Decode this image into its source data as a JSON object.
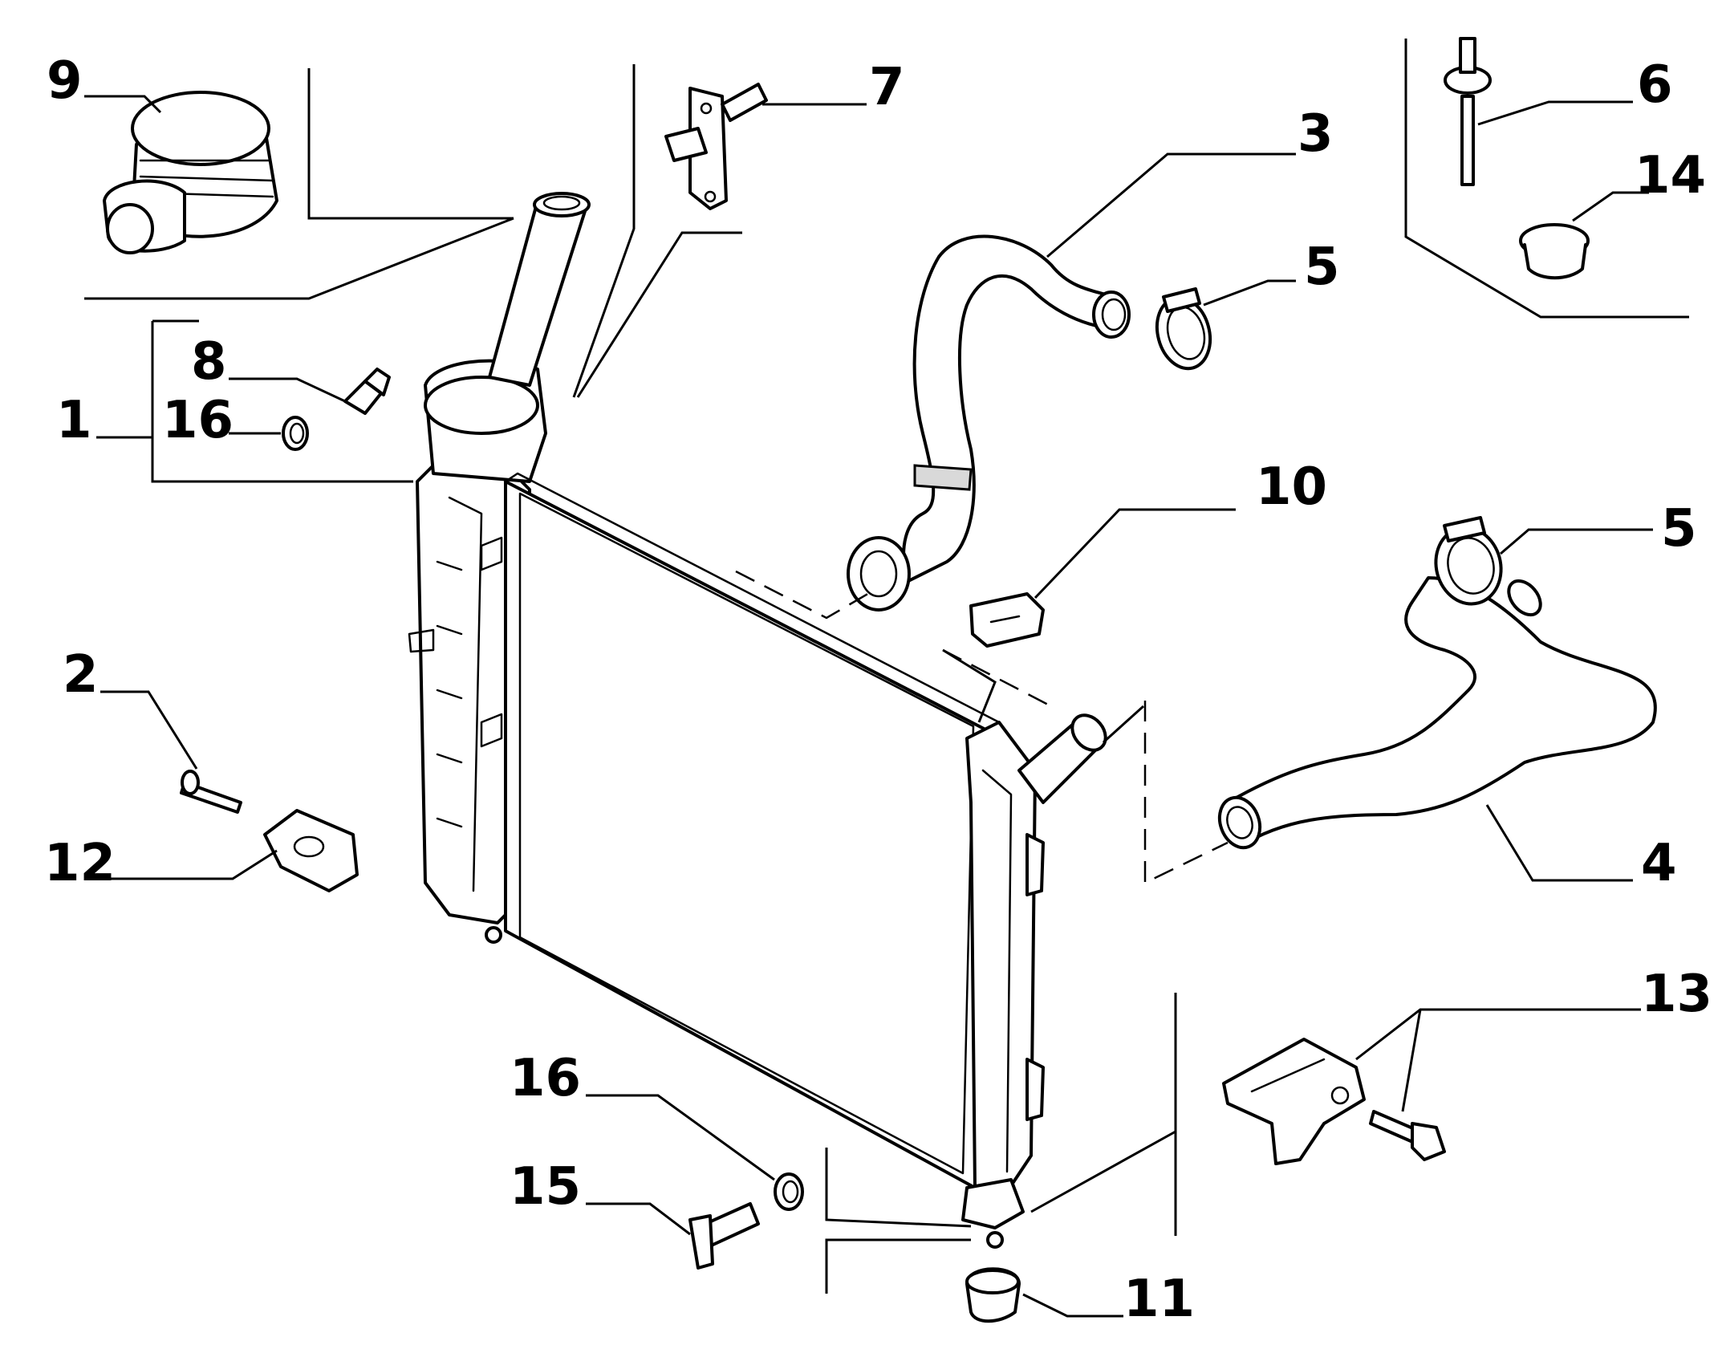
{
  "diagram": {
    "parts": [
      {
        "id": "p1",
        "number": "1"
      },
      {
        "id": "p2",
        "number": "2"
      },
      {
        "id": "p3",
        "number": "3"
      },
      {
        "id": "p4",
        "number": "4"
      },
      {
        "id": "p5a",
        "number": "5"
      },
      {
        "id": "p5b",
        "number": "5"
      },
      {
        "id": "p6",
        "number": "6"
      },
      {
        "id": "p7",
        "number": "7"
      },
      {
        "id": "p8",
        "number": "8"
      },
      {
        "id": "p9",
        "number": "9"
      },
      {
        "id": "p10",
        "number": "10"
      },
      {
        "id": "p11",
        "number": "11"
      },
      {
        "id": "p12",
        "number": "12"
      },
      {
        "id": "p13",
        "number": "13"
      },
      {
        "id": "p14",
        "number": "14"
      },
      {
        "id": "p15",
        "number": "15"
      },
      {
        "id": "p16a",
        "number": "16"
      },
      {
        "id": "p16b",
        "number": "16"
      }
    ]
  }
}
